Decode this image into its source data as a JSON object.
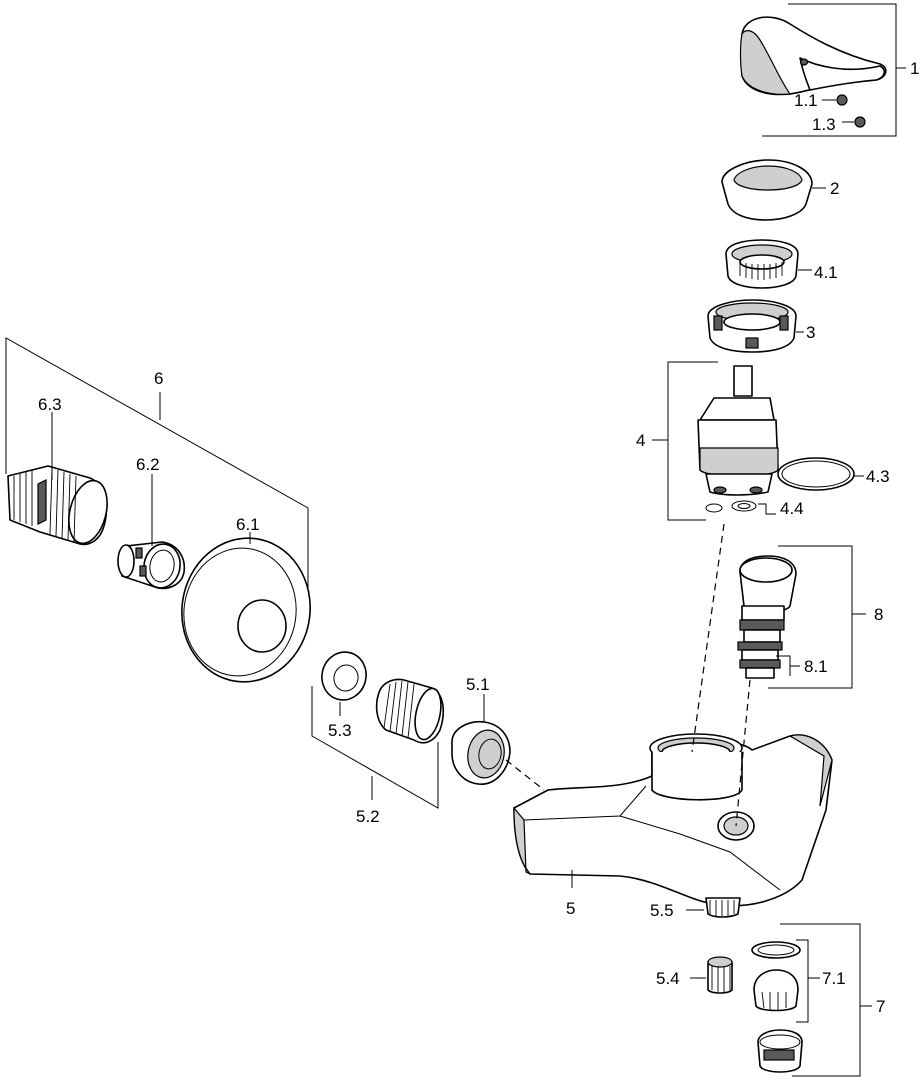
{
  "labels": {
    "p1": "1",
    "p1_1": "1.1",
    "p1_3": "1.3",
    "p2": "2",
    "p4_1": "4.1",
    "p3": "3",
    "p4": "4",
    "p4_3": "4.3",
    "p4_4": "4.4",
    "p6": "6",
    "p6_3": "6.3",
    "p6_2": "6.2",
    "p6_1": "6.1",
    "p8": "8",
    "p8_1": "8.1",
    "p5_1": "5.1",
    "p5_3": "5.3",
    "p5_2": "5.2",
    "p5": "5",
    "p5_5": "5.5",
    "p5_4": "5.4",
    "p7_1": "7.1",
    "p7": "7"
  }
}
